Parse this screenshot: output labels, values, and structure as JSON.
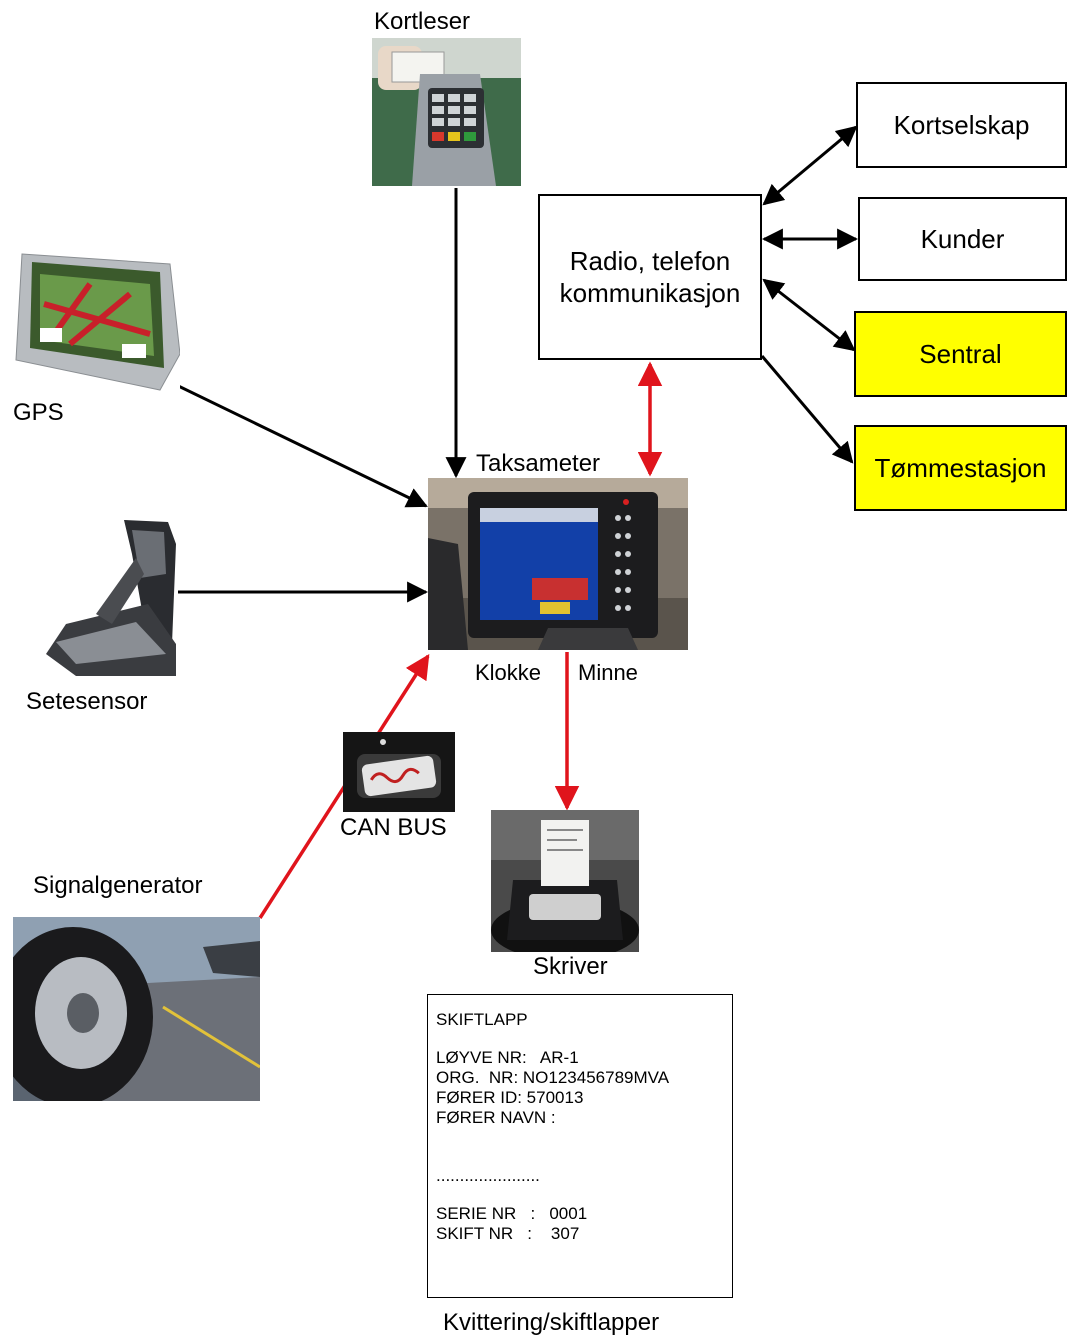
{
  "nodes": {
    "kortleser": "Kortleser",
    "gps": "GPS",
    "setesensor": "Setesensor",
    "taksameter": "Taksameter",
    "klokke": "Klokke",
    "minne": "Minne",
    "canbus": "CAN BUS",
    "signalgenerator": "Signalgenerator",
    "skriver": "Skriver",
    "radio_line1": "Radio, telefon",
    "radio_line2": "kommunikasjon",
    "kortselskap": "Kortselskap",
    "kunder": "Kunder",
    "sentral": "Sentral",
    "tommestasjon": "Tømmestasjon",
    "kvittering": "Kvittering/skiftlapper"
  },
  "receipt": {
    "title": "SKIFTLAPP",
    "loyve": "LØYVE NR:   AR-1",
    "org": "ORG.  NR: NO123456789MVA",
    "forer_id": "FØRER ID: 570013",
    "forer_navn": "FØRER NAVN :",
    "dots": "......................",
    "serie": "SERIE NR   :   0001",
    "skift": "SKIFT NR   :    307"
  },
  "colors": {
    "black_edge": "#000000",
    "red_edge": "#e0141c",
    "highlight_box": "#ffff00"
  }
}
